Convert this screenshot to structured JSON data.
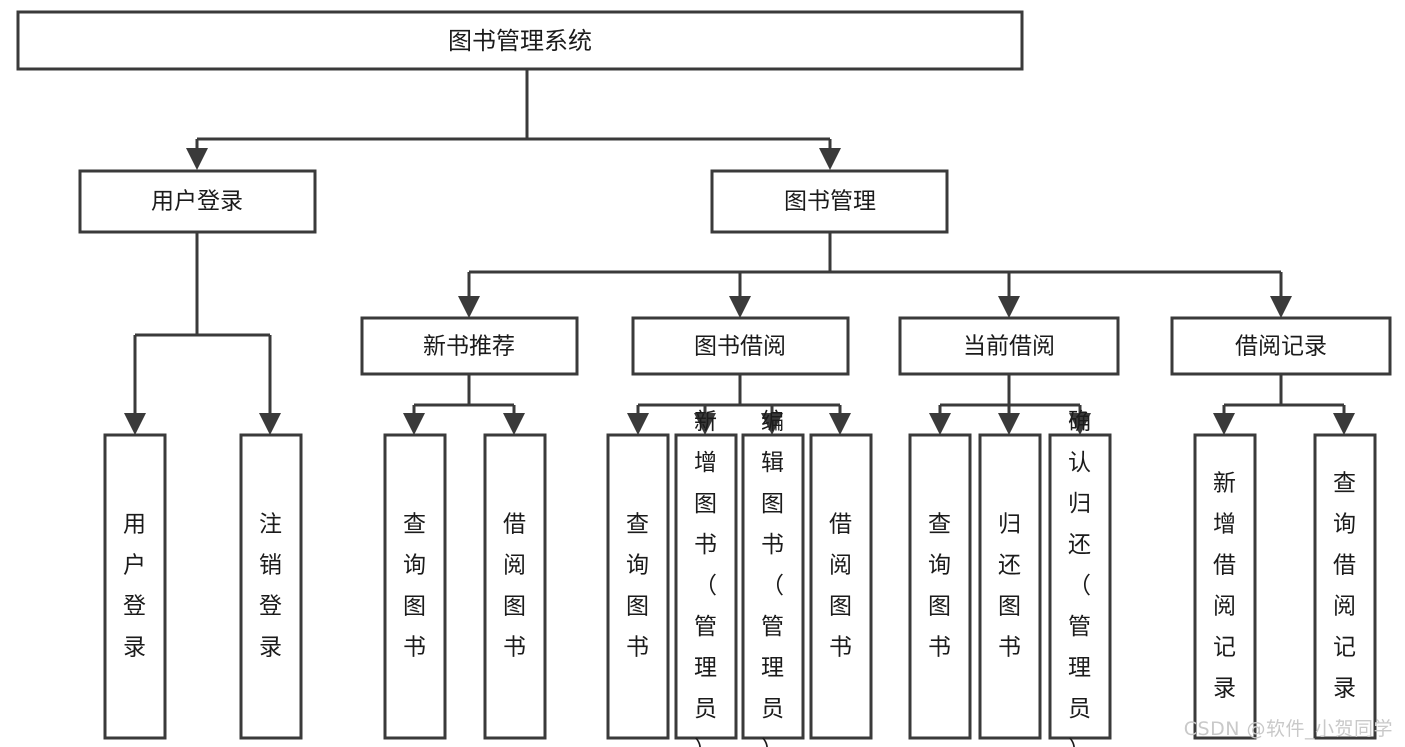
{
  "diagram": {
    "title": "图书管理系统",
    "type": "function-structure-tree",
    "background_color": "#ffffff",
    "line_color": "#3a3a3a",
    "text_color": "#1b1b1b",
    "watermark": "CSDN @软件_小贺同学",
    "levels": {
      "root": {
        "label": "图书管理系统"
      },
      "level2": [
        {
          "label": "用户登录"
        },
        {
          "label": "图书管理"
        }
      ],
      "level3": [
        {
          "label": "新书推荐"
        },
        {
          "label": "图书借阅"
        },
        {
          "label": "当前借阅"
        },
        {
          "label": "借阅记录"
        }
      ],
      "leaves": {
        "user_login": [
          {
            "label": "用户登录"
          },
          {
            "label": "注销登录"
          }
        ],
        "new_book_recommend": [
          {
            "label": "查询图书"
          },
          {
            "label": "借阅图书"
          }
        ],
        "book_borrow": [
          {
            "label": "查询图书"
          },
          {
            "label": "新增图书（管理员）"
          },
          {
            "label": "编辑图书（管理员）"
          },
          {
            "label": "借阅图书"
          }
        ],
        "current_borrow": [
          {
            "label": "查询图书"
          },
          {
            "label": "归还图书"
          },
          {
            "label": "确认归还（管理员）"
          }
        ],
        "borrow_record": [
          {
            "label": "新增借阅记录"
          },
          {
            "label": "查询借阅记录"
          }
        ]
      }
    }
  }
}
